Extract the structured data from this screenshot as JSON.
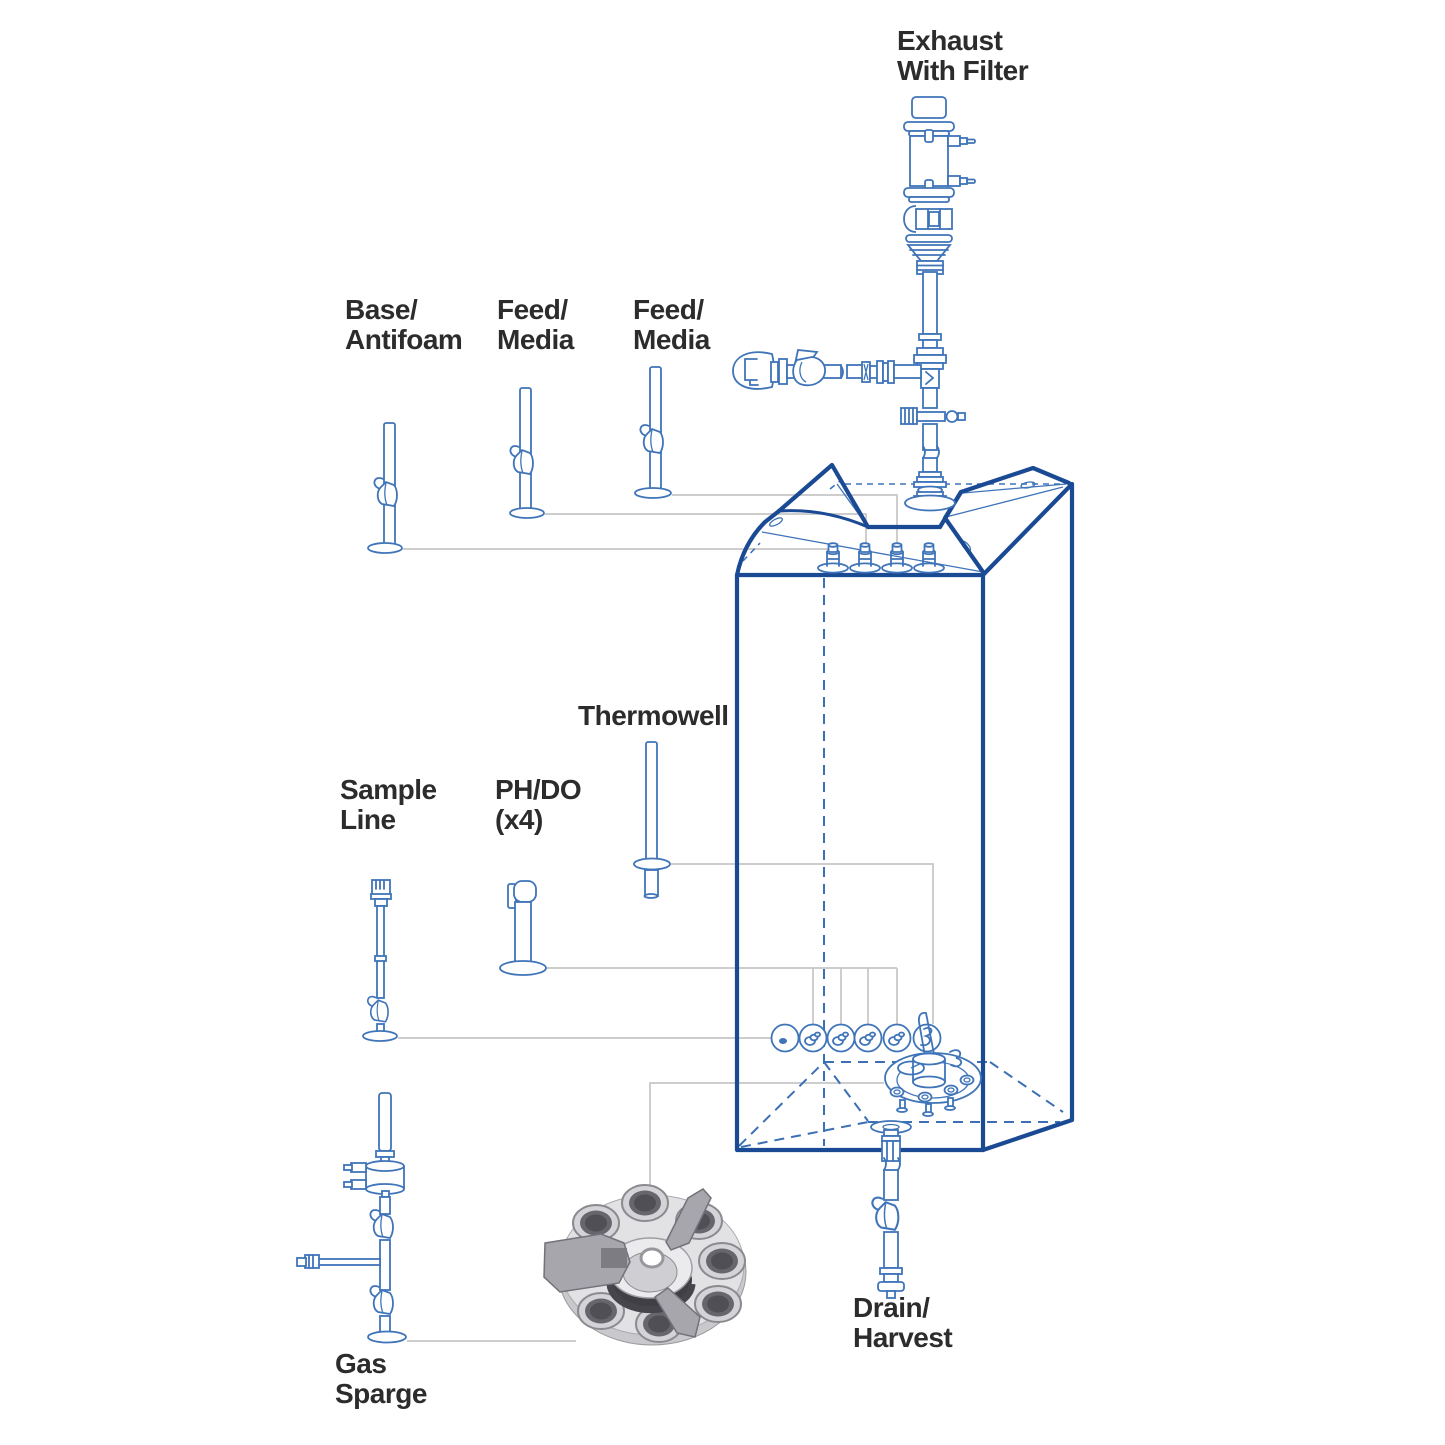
{
  "labels": {
    "exhaust": [
      "Exhaust",
      "With Filter"
    ],
    "base_antifoam": [
      "Base/",
      "Antifoam"
    ],
    "feed_media_1": [
      "Feed/",
      "Media"
    ],
    "feed_media_2": [
      "Feed/",
      "Media"
    ],
    "thermowell": [
      "Thermowell"
    ],
    "sample_line": [
      "Sample",
      "Line"
    ],
    "ph_do": [
      "PH/DO",
      "(x4)"
    ],
    "gas_sparge": [
      "Gas",
      "Sparge"
    ],
    "drain_harvest": [
      "Drain/",
      "Harvest"
    ]
  },
  "colors": {
    "line_blue": "#3f74b8",
    "bag_outline_blue": "#1b4a94",
    "leader_gray": "#c6c6c6",
    "label_text": "#2c2c2c",
    "disc_gray": "#e2e2e5",
    "disc_dark": "#4f4f55",
    "background": "#ffffff"
  }
}
